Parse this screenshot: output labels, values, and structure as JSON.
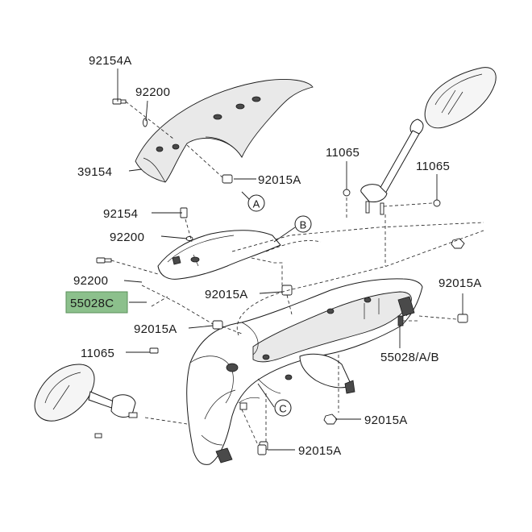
{
  "labels": {
    "l_92154A": "92154A",
    "l_92200_top": "92200",
    "l_39154": "39154",
    "l_92015A_top": "92015A",
    "l_92154": "92154",
    "l_92200_mid": "92200",
    "l_92200_left": "92200",
    "l_55028C": "55028C",
    "l_92015A_mid": "92015A",
    "l_92015A_left": "92015A",
    "l_11065_left": "11065",
    "l_11065_rtop": "11065",
    "l_11065_rmid": "11065",
    "l_92015A_right": "92015A",
    "l_55028ABV": "55028/A/B",
    "l_92015A_low1": "92015A",
    "l_92015A_low2": "92015A"
  },
  "callouts": {
    "a": "A",
    "b": "B",
    "c": "C"
  },
  "highlight_color": "#8cc08c"
}
